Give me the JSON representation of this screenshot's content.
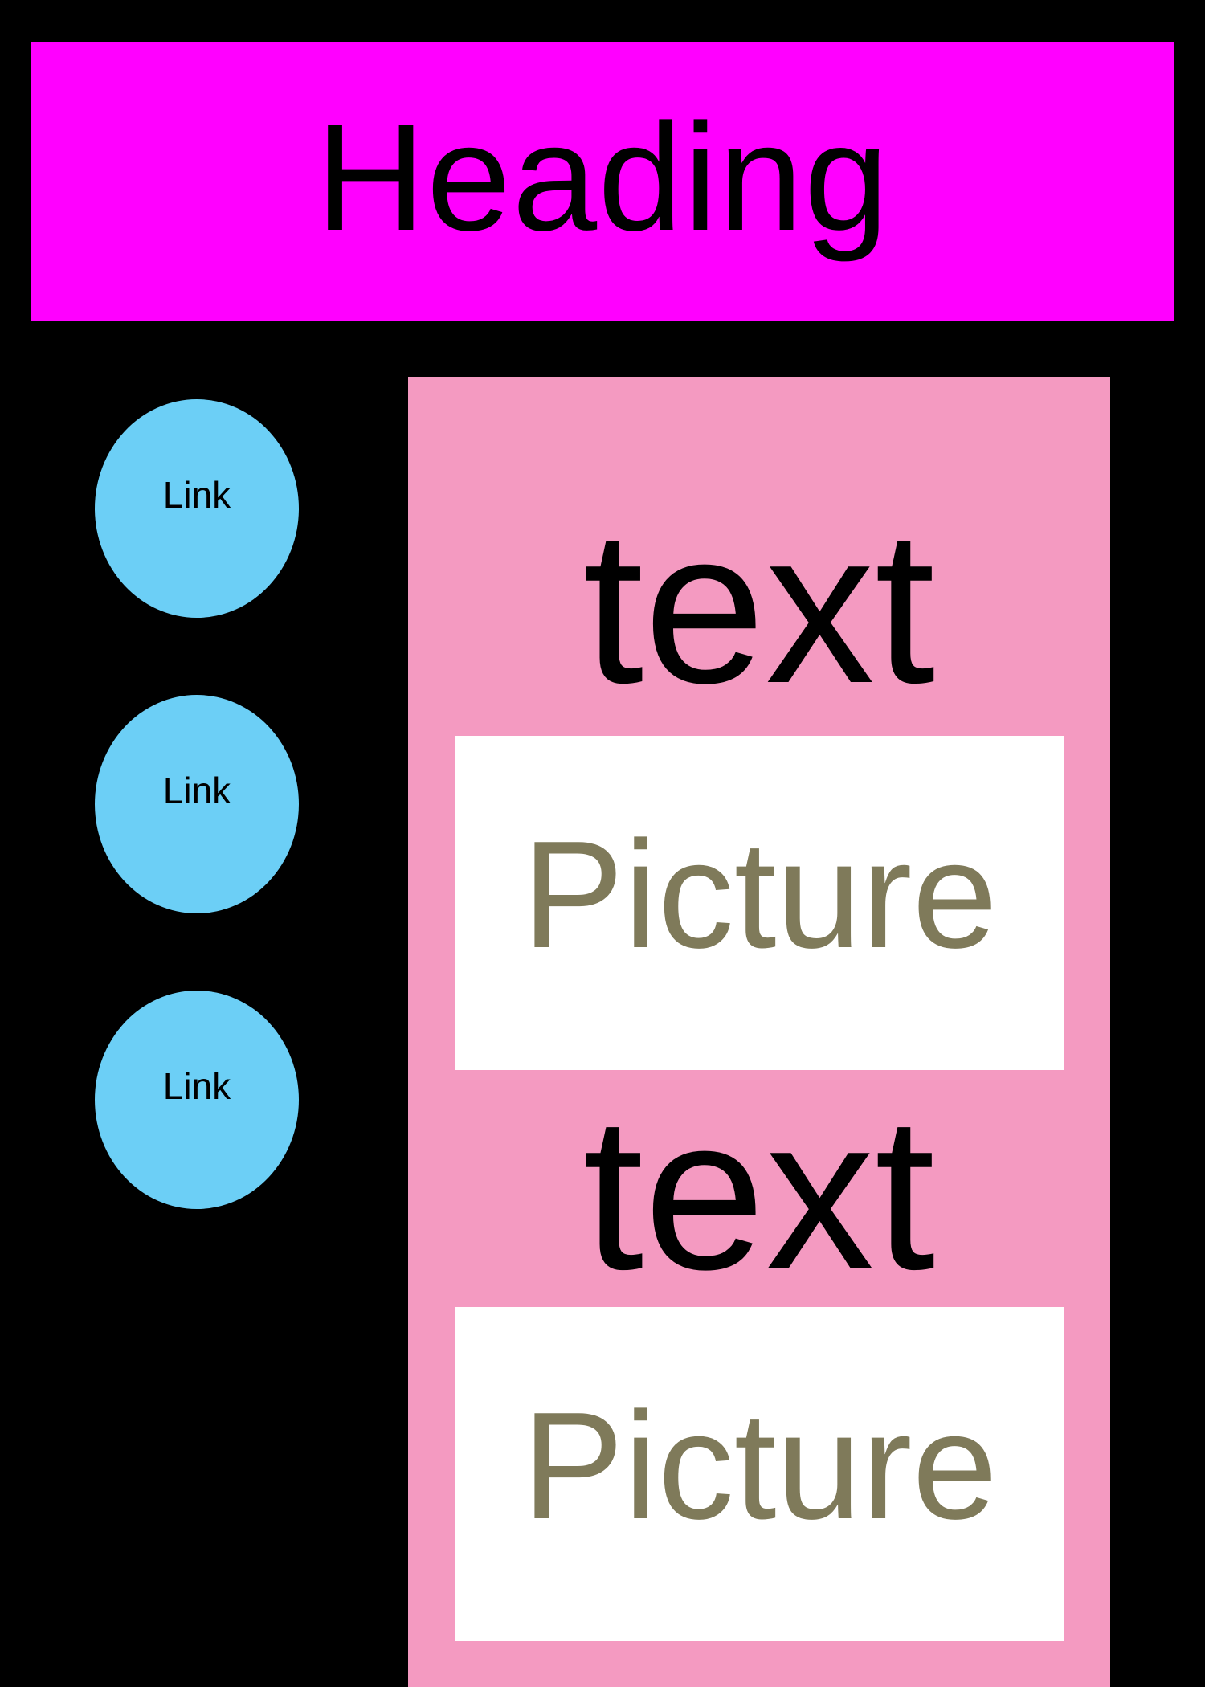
{
  "header": {
    "title": "Heading"
  },
  "nav": {
    "links": [
      {
        "label": "Link"
      },
      {
        "label": "Link"
      },
      {
        "label": "Link"
      }
    ]
  },
  "content": {
    "blocks": [
      {
        "text": "text",
        "picture": "Picture"
      },
      {
        "text": "text",
        "picture": "Picture"
      }
    ]
  },
  "colors": {
    "background": "#000000",
    "header": "#ff00ff",
    "link_circle": "#6ccff6",
    "content_panel": "#f49ac1",
    "picture_box": "#ffffff",
    "picture_text": "#7f7a5a"
  }
}
